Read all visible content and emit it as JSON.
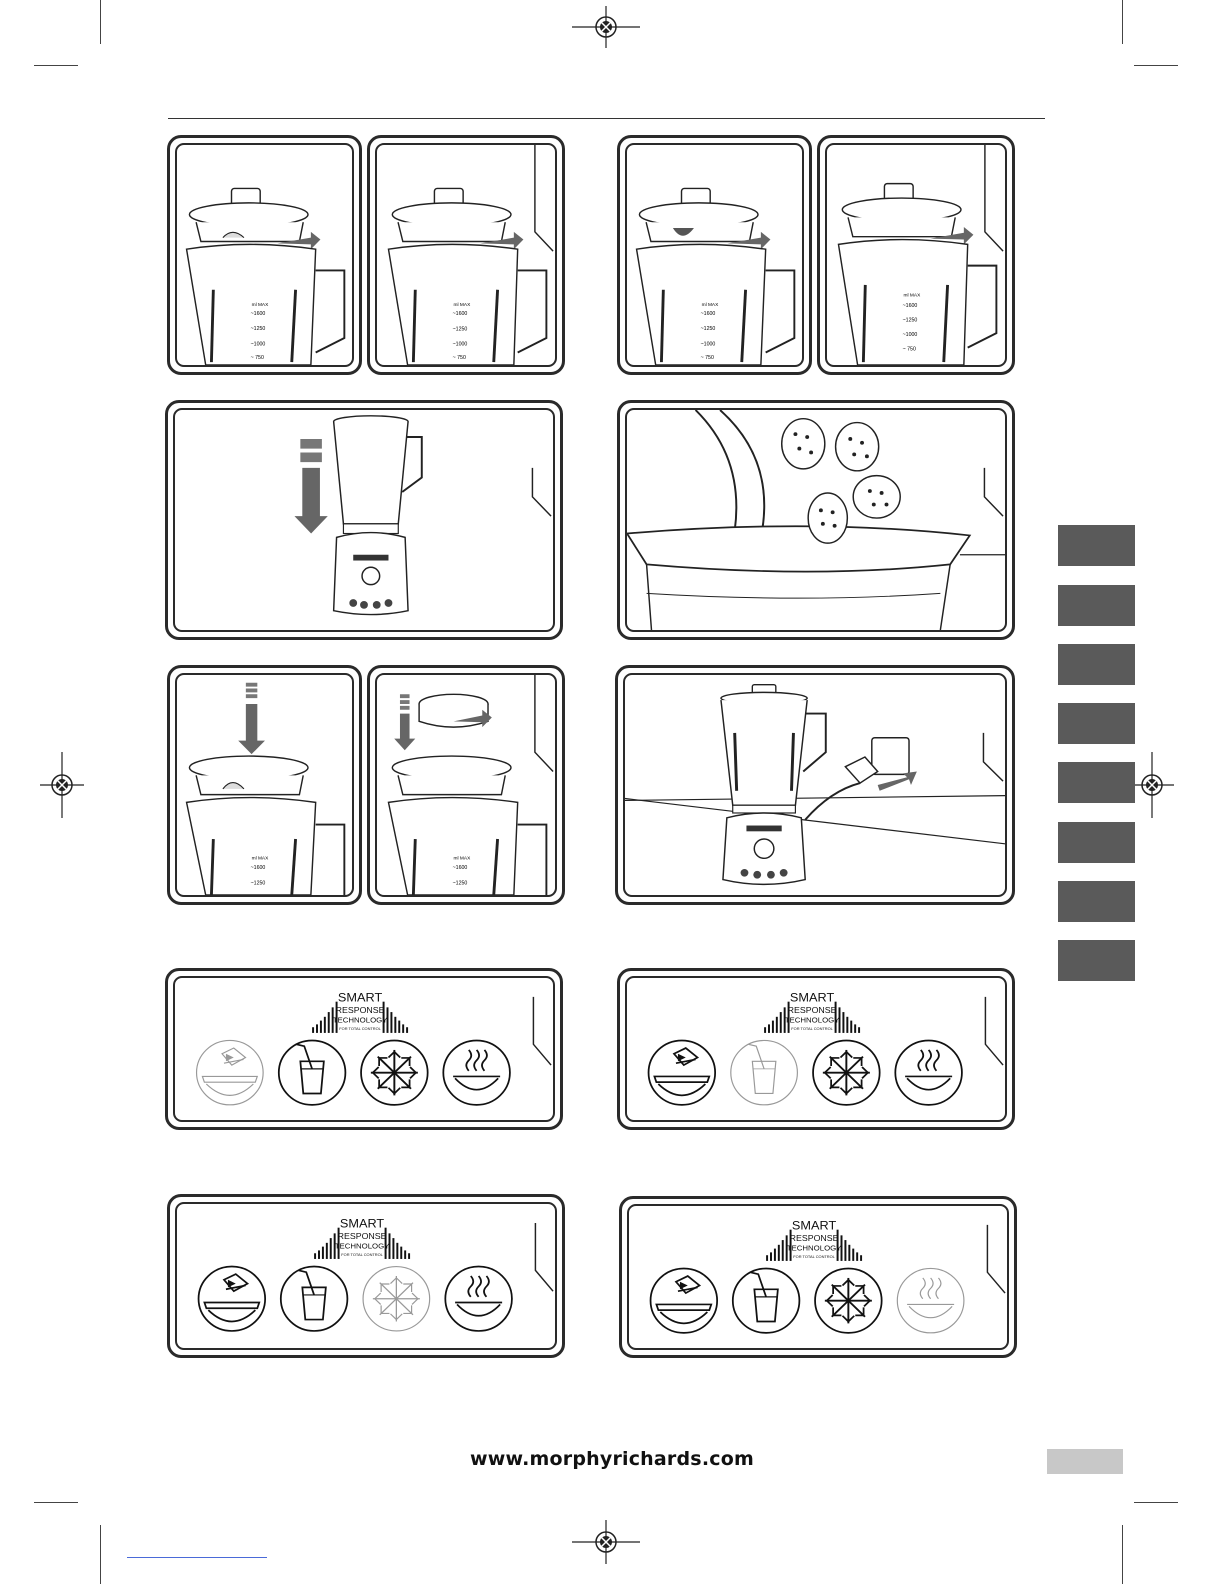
{
  "footer": {
    "url": "www.morphyrichards.com"
  },
  "srt_logo": {
    "line1": "SMART",
    "line2": "RESPONSE",
    "line3": "TECHNOLOGY",
    "line4": "FOR TOTAL CONTROL"
  },
  "jug_markings": {
    "unit": "ml MAX",
    "levels": [
      "1600",
      "1250",
      "1000",
      "750"
    ]
  },
  "language_tabs": {
    "count": 8
  },
  "program_icons": [
    "pulse-chop-icon",
    "smoothie-icon",
    "ice-crush-icon",
    "soup-icon"
  ],
  "srt_panels": [
    {
      "highlighted": "pulse-chop-icon"
    },
    {
      "highlighted": "smoothie-icon"
    },
    {
      "highlighted": "ice-crush-icon"
    },
    {
      "highlighted": "soup-icon"
    }
  ]
}
